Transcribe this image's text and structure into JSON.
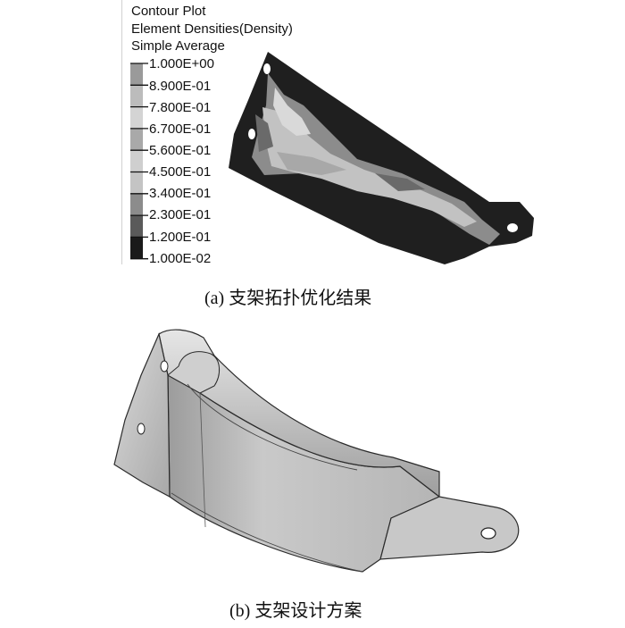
{
  "legend": {
    "header": [
      "Contour Plot",
      "Element Densities(Density)",
      "Simple Average"
    ],
    "values": [
      "1.000E+00",
      "8.900E-01",
      "7.800E-01",
      "6.700E-01",
      "5.600E-01",
      "4.500E-01",
      "3.400E-01",
      "2.300E-01",
      "1.200E-01",
      "1.000E-02"
    ],
    "colors": [
      "#ffffff",
      "#9a9a9a",
      "#bcbcbc",
      "#d4d4d4",
      "#a9a9a9",
      "#cfcfcf",
      "#c4c4c4",
      "#8c8c8c",
      "#5a5a5a",
      "#1a1a1a"
    ]
  },
  "captions": {
    "a": "(a) 支架拓扑优化结果",
    "b": "(b) 支架设计方案"
  }
}
